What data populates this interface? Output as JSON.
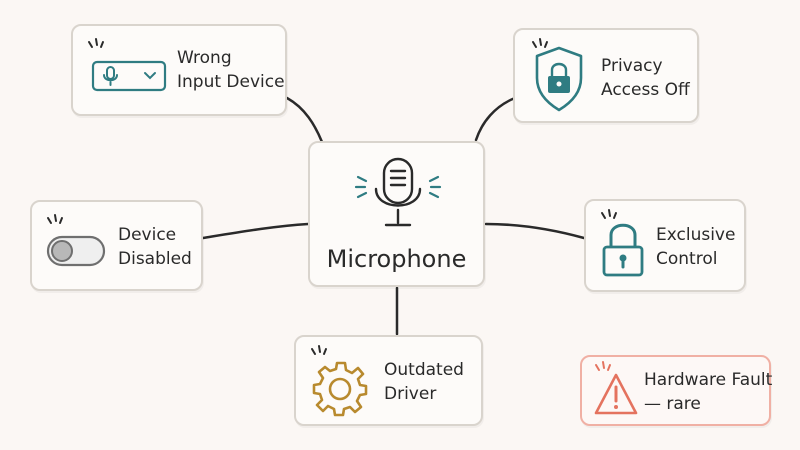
{
  "center": {
    "label": "Microphone",
    "icon": "microphone-icon",
    "color": "#2a2a2a",
    "accent": "#2f7c82"
  },
  "nodes": {
    "wrong_input": {
      "line1": "Wrong",
      "line2": "Input Device",
      "icon": "microphone-dropdown-icon",
      "color": "#2f7c82"
    },
    "privacy": {
      "line1": "Privacy",
      "line2": "Access Off",
      "icon": "shield-lock-icon",
      "color": "#2f7c82"
    },
    "device_disabled": {
      "line1": "Device",
      "line2": "Disabled",
      "icon": "toggle-off-icon",
      "color": "#6f6f6f"
    },
    "exclusive": {
      "line1": "Exclusive",
      "line2": "Control",
      "icon": "padlock-icon",
      "color": "#2f7c82"
    },
    "outdated_driver": {
      "line1": "Outdated",
      "line2": "Driver",
      "icon": "gear-icon",
      "color": "#b88a2e"
    },
    "hardware_fault": {
      "line1": "Hardware Fault",
      "line2": "— rare",
      "icon": "warning-icon",
      "color": "#e4735f"
    }
  },
  "colors": {
    "border": "#d9d4cd",
    "connector": "#2a2a2a",
    "fault_border": "#f0b0a4"
  }
}
